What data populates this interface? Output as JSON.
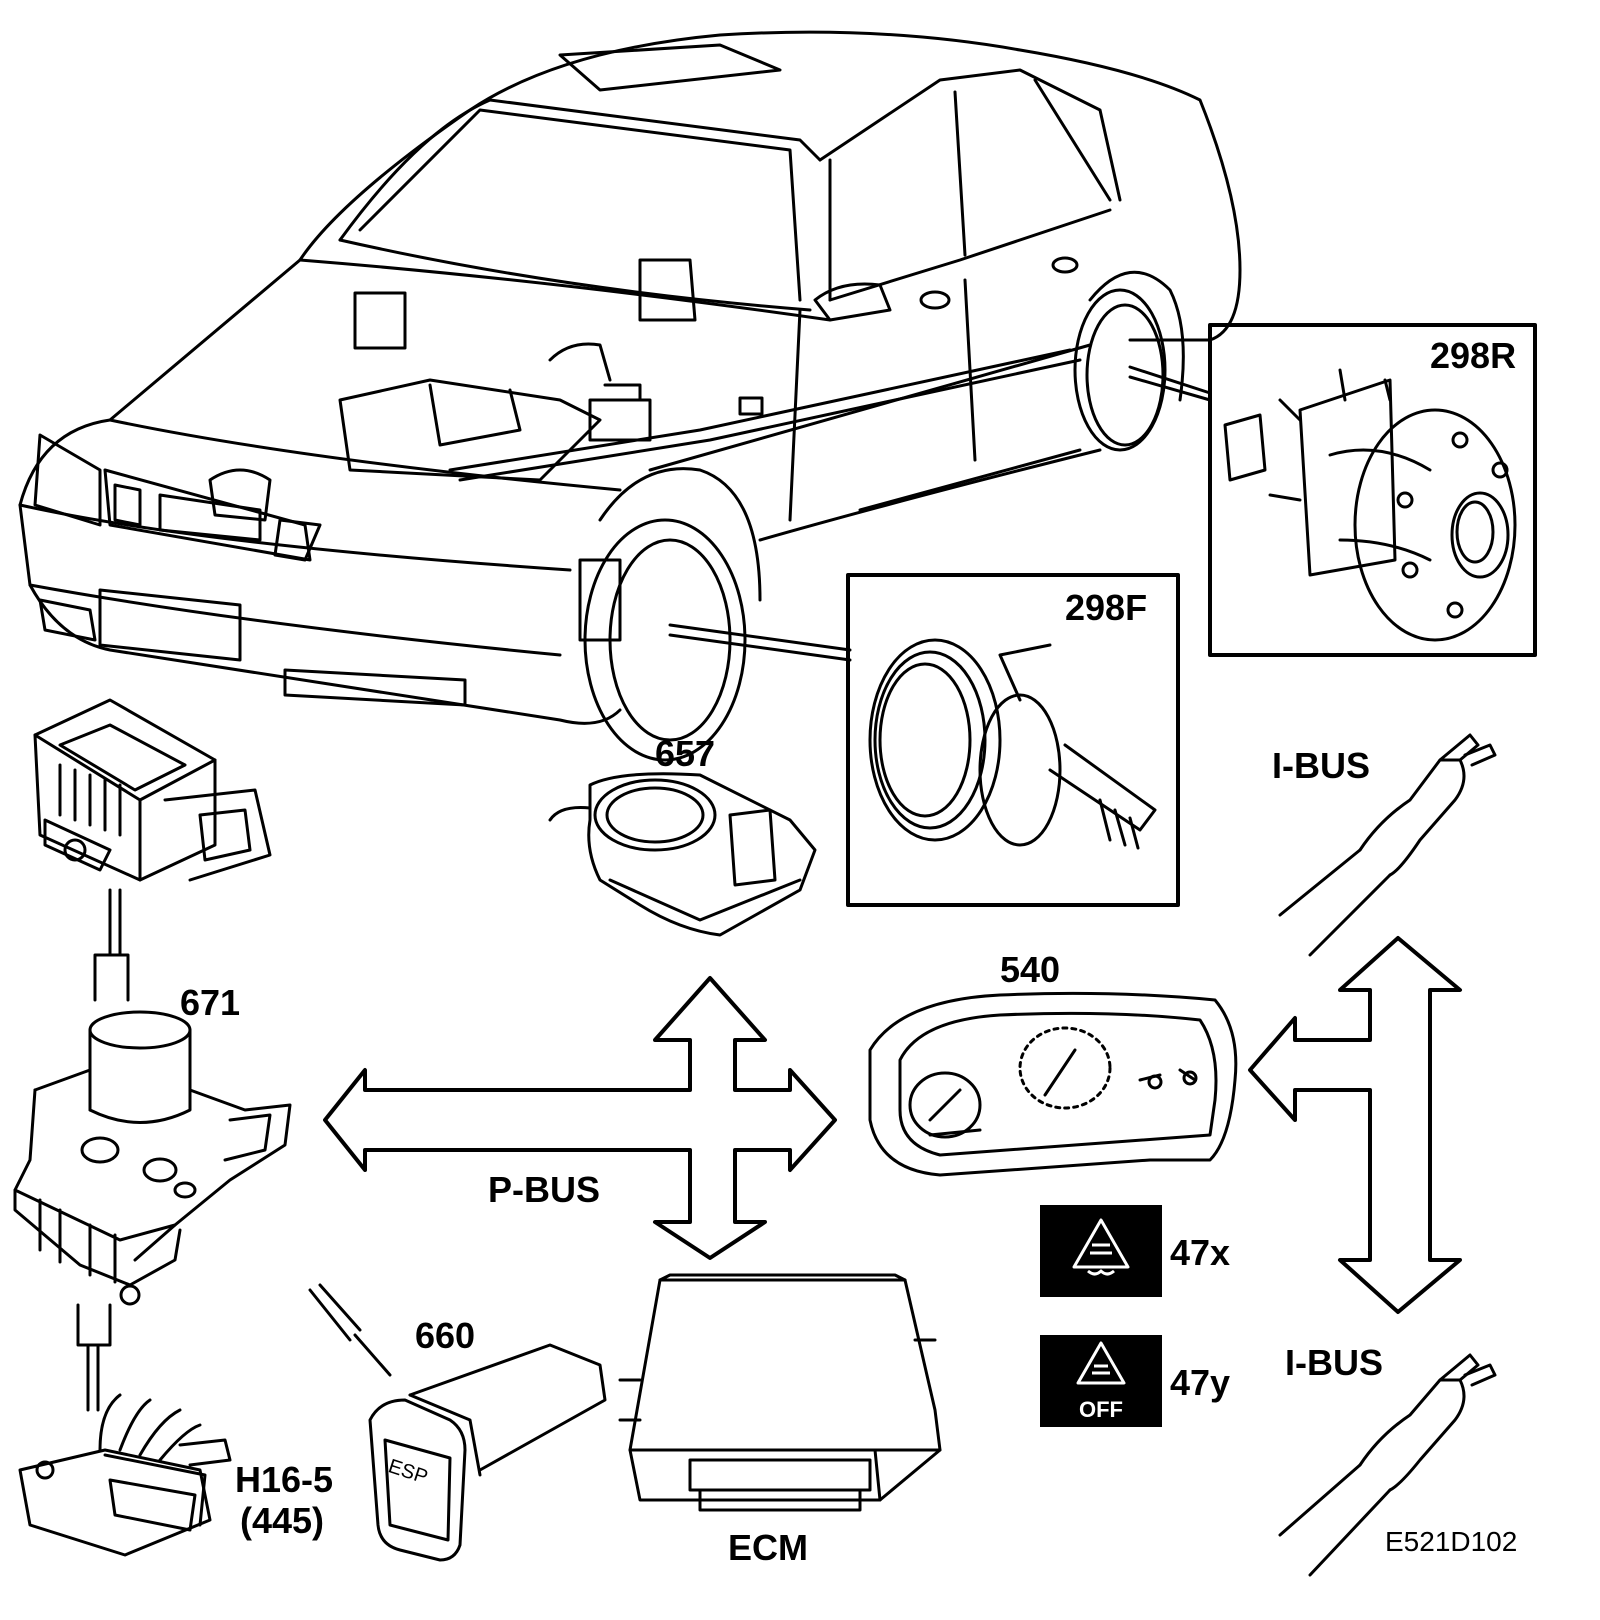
{
  "labels": {
    "hub_rear": "298R",
    "hub_front": "298F",
    "steering_sensor": "657",
    "yaw_sensor_ecu": "671",
    "instrument_cluster": "540",
    "esp_switch": "660",
    "diag_connector_line1": "H16-5",
    "diag_connector_line2": "(445)",
    "ecm": "ECM",
    "p_bus": "P-BUS",
    "i_bus_top": "I-BUS",
    "i_bus_bottom": "I-BUS",
    "indicator_x": "47x",
    "indicator_y": "47y",
    "figure_code": "E521D102"
  },
  "indicators": {
    "off_text": "OFF"
  },
  "switch_text": "ESP",
  "colors": {
    "ink": "#000000",
    "paper": "#ffffff"
  },
  "icons": [
    "car-outline-icon",
    "wheel-hub-icon",
    "drive-shaft-icon",
    "steering-angle-sensor-icon",
    "abs-unit-icon",
    "yaw-sensor-icon",
    "instrument-cluster-icon",
    "ecm-box-icon",
    "esp-button-icon",
    "obd-connector-icon",
    "cable-icon",
    "esp-warning-icon",
    "esp-off-icon"
  ]
}
